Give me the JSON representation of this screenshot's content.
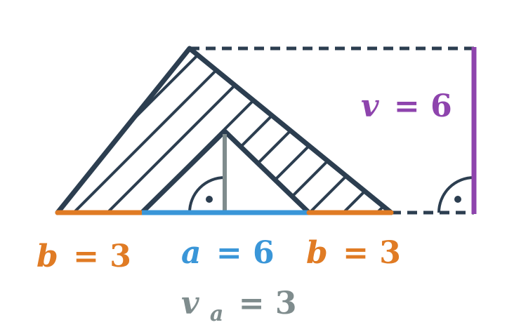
{
  "colors": {
    "outline": "#2c3e50",
    "b_segment": "#e07b24",
    "a_segment": "#3a96d8",
    "height_big": "#8e44ad",
    "height_small": "#7f8c8d",
    "background": "#ffffff"
  },
  "labels": {
    "b_left": {
      "var": "b",
      "eq": "= 3"
    },
    "a": {
      "var": "a",
      "eq": "= 6"
    },
    "b_right": {
      "var": "b",
      "eq": "= 3"
    },
    "v": {
      "var": "v",
      "eq": "= 6"
    },
    "va": {
      "var": "v",
      "sub": "a",
      "eq": "= 3"
    }
  }
}
